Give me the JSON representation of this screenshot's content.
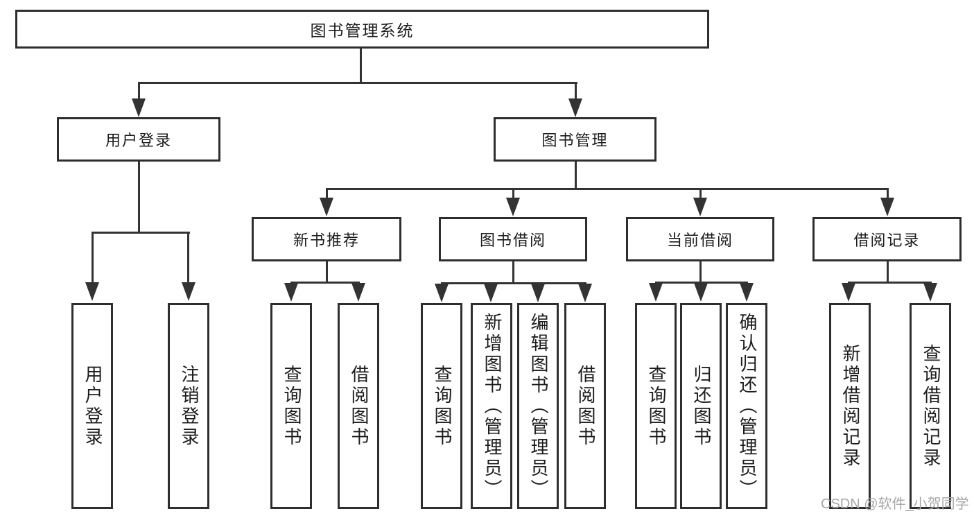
{
  "diagram": {
    "root": {
      "label": "图书管理系统",
      "children": [
        {
          "label": "用户登录",
          "children": [
            {
              "label": "用户登录"
            },
            {
              "label": "注销登录"
            }
          ]
        },
        {
          "label": "图书管理",
          "children": [
            {
              "label": "新书推荐",
              "children": [
                {
                  "label": "查询图书"
                },
                {
                  "label": "借阅图书"
                }
              ]
            },
            {
              "label": "图书借阅",
              "children": [
                {
                  "label": "查询图书"
                },
                {
                  "label": "新增图书（管理员）"
                },
                {
                  "label": "编辑图书（管理员）"
                },
                {
                  "label": "借阅图书"
                }
              ]
            },
            {
              "label": "当前借阅",
              "children": [
                {
                  "label": "查询图书"
                },
                {
                  "label": "归还图书"
                },
                {
                  "label": "确认归还（管理员）"
                }
              ]
            },
            {
              "label": "借阅记录",
              "children": [
                {
                  "label": "新增借阅记录"
                },
                {
                  "label": "查询借阅记录"
                }
              ]
            }
          ]
        }
      ]
    }
  },
  "watermark": {
    "label": "CSDN @软件_小贺同学"
  },
  "colors": {
    "line": "#333333",
    "border": "#2e2e2e",
    "text": "#1c1c1c",
    "watermark_text": "#a8a8ab",
    "background": "#ffffff"
  }
}
